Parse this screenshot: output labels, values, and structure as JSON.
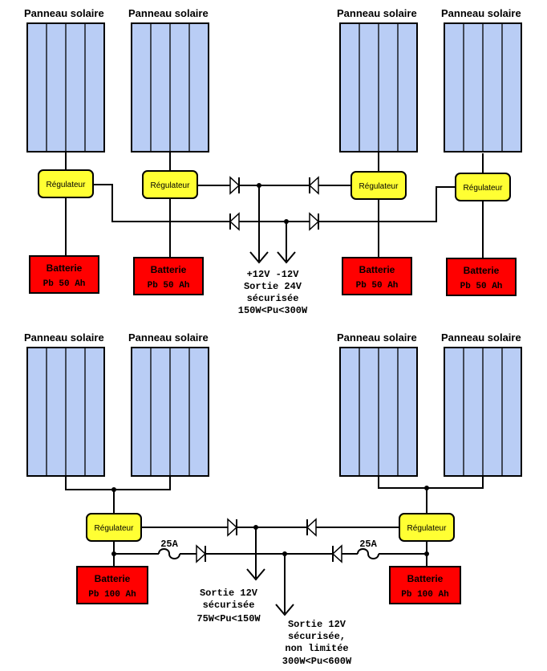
{
  "labels": {
    "panel": "Panneau solaire",
    "regulator": "Régulateur",
    "battery": "Batterie",
    "battery_50": "Pb 50 Ah",
    "battery_100": "Pb 100 Ah",
    "fuse": "25A"
  },
  "top_output": {
    "line1": "+12V -12V",
    "line2": "Sortie 24V",
    "line3": "sécurisée",
    "line4": "150W<Pu<300W"
  },
  "bottom_output_a": {
    "line1": "Sortie 12V",
    "line2": "sécurisée",
    "line3": "75W<Pu<150W"
  },
  "bottom_output_b": {
    "line1": "Sortie 12V",
    "line2": "sécurisée,",
    "line3": "non limitée",
    "line4": "300W<Pu<600W"
  },
  "colors": {
    "panel": "#b9cdf5",
    "regulator": "#ffff33",
    "battery": "#ff0000"
  }
}
